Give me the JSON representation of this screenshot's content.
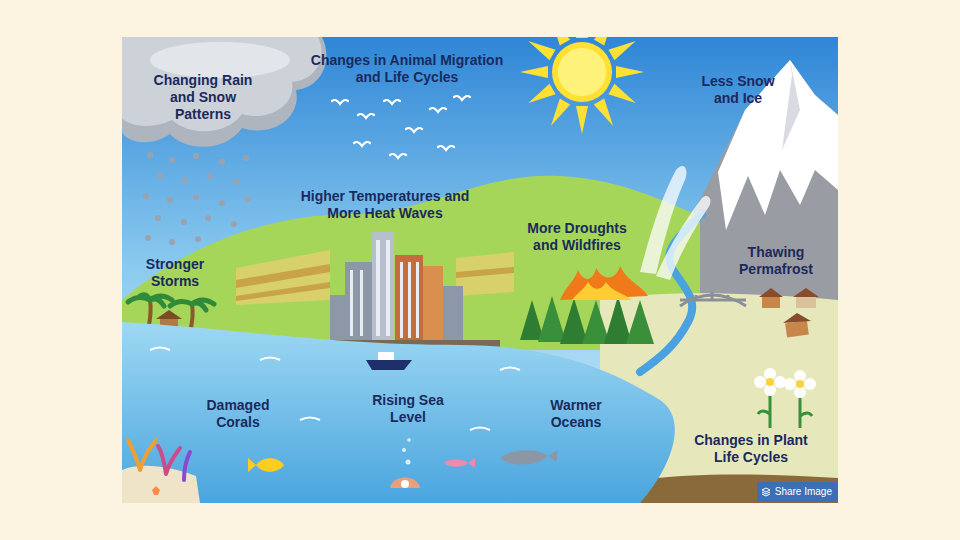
{
  "diagram": {
    "nodes": [
      {
        "text": [
          "Share Image"
        ]
      }
    ],
    "labels": [
      "Changing Rain and Snow Patterns",
      "Changes in Animal Migration and Life Cycles",
      "Less Snow and Ice",
      "Higher Temperatures and More Heat Waves",
      "More Droughts and Wildfires",
      "Thawing Permafrost",
      "Stronger Storms",
      "Damaged Corals",
      "Rising Sea Level",
      "Warmer Oceans",
      "Changes in Plant Life Cycles"
    ]
  }
}
